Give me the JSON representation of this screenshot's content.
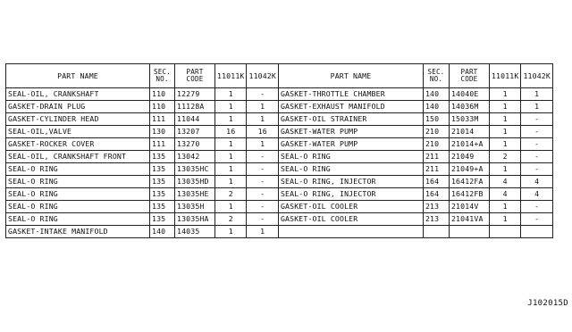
{
  "headers": {
    "part_name": "PART  NAME",
    "sec_line1": "SEC.",
    "sec_line2": "NO.",
    "code_line1": "PART",
    "code_line2": "CODE",
    "col1": "11011K",
    "col2": "11042K"
  },
  "left_table": [
    {
      "name": "SEAL-OIL, CRANKSHAFT",
      "sec": "110",
      "code": "12279",
      "q1": "1",
      "q2": "-"
    },
    {
      "name": "GASKET-DRAIN PLUG",
      "sec": "110",
      "code": "11128A",
      "q1": "1",
      "q2": "1"
    },
    {
      "name": "GASKET-CYLINDER HEAD",
      "sec": "111",
      "code": "11044",
      "q1": "1",
      "q2": "1"
    },
    {
      "name": "SEAL-OIL,VALVE",
      "sec": "130",
      "code": "13207",
      "q1": "16",
      "q2": "16"
    },
    {
      "name": "GASKET-ROCKER COVER",
      "sec": "111",
      "code": "13270",
      "q1": "1",
      "q2": "1"
    },
    {
      "name": "SEAL-OIL, CRANKSHAFT FRONT",
      "sec": "135",
      "code": "13042",
      "q1": "1",
      "q2": "-"
    },
    {
      "name": "SEAL-O RING",
      "sec": "135",
      "code": "13035HC",
      "q1": "1",
      "q2": "-"
    },
    {
      "name": "SEAL-O RING",
      "sec": "135",
      "code": "13035HD",
      "q1": "1",
      "q2": "-"
    },
    {
      "name": "SEAL-O RING",
      "sec": "135",
      "code": "13035HE",
      "q1": "2",
      "q2": "-"
    },
    {
      "name": "SEAL-O RING",
      "sec": "135",
      "code": "13035H",
      "q1": "1",
      "q2": "-"
    },
    {
      "name": "SEAL-O RING",
      "sec": "135",
      "code": "13035HA",
      "q1": "2",
      "q2": "-"
    },
    {
      "name": "GASKET-INTAKE MANIFOLD",
      "sec": "140",
      "code": "14035",
      "q1": "1",
      "q2": "1"
    }
  ],
  "right_table": [
    {
      "name": "GASKET-THROTTLE CHAMBER",
      "sec": "140",
      "code": "14040E",
      "q1": "1",
      "q2": "1"
    },
    {
      "name": "GASKET-EXHAUST MANIFOLD",
      "sec": "140",
      "code": "14036M",
      "q1": "1",
      "q2": "1"
    },
    {
      "name": "GASKET-OIL STRAINER",
      "sec": "150",
      "code": "15033M",
      "q1": "1",
      "q2": "-"
    },
    {
      "name": "GASKET-WATER PUMP",
      "sec": "210",
      "code": "21014",
      "q1": "1",
      "q2": "-"
    },
    {
      "name": "GASKET-WATER PUMP",
      "sec": "210",
      "code": "21014+A",
      "q1": "1",
      "q2": "-"
    },
    {
      "name": "SEAL-O RING",
      "sec": "211",
      "code": "21049",
      "q1": "2",
      "q2": "-"
    },
    {
      "name": "SEAL-O RING",
      "sec": "211",
      "code": "21049+A",
      "q1": "1",
      "q2": "-"
    },
    {
      "name": "SEAL-O RING, INJECTOR",
      "sec": "164",
      "code": "16412FA",
      "q1": "4",
      "q2": "4"
    },
    {
      "name": "SEAL-O RING, INJECTOR",
      "sec": "164",
      "code": "16412FB",
      "q1": "4",
      "q2": "4"
    },
    {
      "name": "GASKET-OIL COOLER",
      "sec": "213",
      "code": "21014V",
      "q1": "1",
      "q2": "-"
    },
    {
      "name": "GASKET-OIL COOLER",
      "sec": "213",
      "code": "21041VA",
      "q1": "1",
      "q2": "-"
    },
    {
      "name": "",
      "sec": "",
      "code": "",
      "q1": "",
      "q2": ""
    }
  ],
  "footer_code": "J102015D"
}
